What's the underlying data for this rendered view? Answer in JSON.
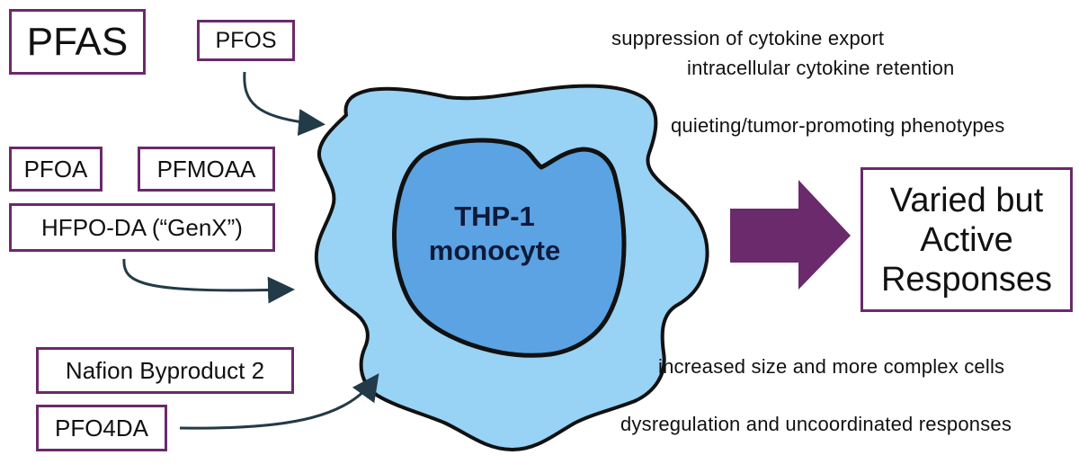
{
  "pfas_heading": "PFAS",
  "compounds": {
    "pfos": "PFOS",
    "pfoa": "PFOA",
    "pfmoaa": "PFMOAA",
    "hfpo_da": "HFPO-DA (“GenX”)",
    "nafion": "Nafion Byproduct 2",
    "pfo4da": "PFO4DA"
  },
  "cell": {
    "line1": "THP-1",
    "line2": "monocyte"
  },
  "result": {
    "line1": "Varied but",
    "line2": "Active",
    "line3": "Responses"
  },
  "effects": {
    "e1": "suppression of cytokine export",
    "e2": "intracellular cytokine retention",
    "e3": "quieting/tumor-promoting phenotypes",
    "e4": "increased size and more complex cells",
    "e5": "dysregulation and uncoordinated responses"
  },
  "colors": {
    "box_border": "#6b2a6b",
    "big_arrow": "#6b2a6b",
    "cell_body": "#98d2f4",
    "nucleus": "#5ba3e3",
    "outline": "#111111",
    "small_arrows": "#233a48"
  }
}
